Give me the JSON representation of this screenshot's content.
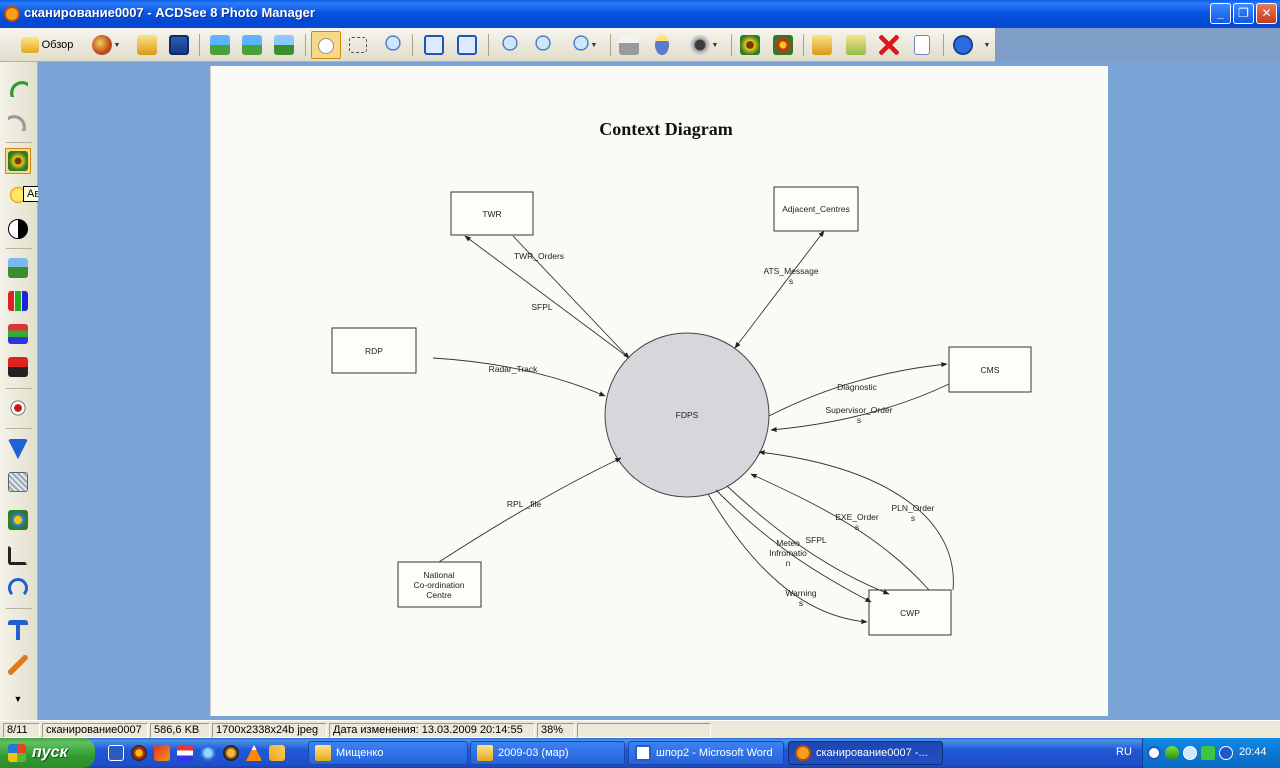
{
  "window": {
    "title": "сканирование0007 - ACDSee 8 Photo Manager",
    "min_glyph": "_",
    "max_glyph": "❐",
    "close_glyph": "✕"
  },
  "toolbar": {
    "browse_label": "Обзор"
  },
  "tooltip": {
    "text": "Автоэкспозиция"
  },
  "diagram": {
    "title": "Context Diagram",
    "center": "FDPS",
    "nodes": {
      "twr": "TWR",
      "adjacent": "Adjacent_Centres",
      "rdp": "RDP",
      "cms": "CMS",
      "national_1": "National",
      "national_2": "Co-ordination",
      "national_3": "Centre",
      "cwp": "CWP"
    },
    "flows": {
      "twr_orders": "TWR_Orders",
      "sfpl_twr": "SFPL",
      "ats_1": "ATS_Message",
      "ats_2": "s",
      "radar": "Radar_Track",
      "diagnostic": "Diagnostic",
      "supervisor_1": "Supervisor_Order",
      "supervisor_2": "s",
      "rpl": "RPL _file",
      "pln_1": "PLN_Order",
      "pln_2": "s",
      "exe_1": "EXE_Order",
      "exe_2": "s",
      "sfpl_cwp": "SFPL",
      "meteo_1": "Meteo",
      "meteo_2": "Infromatio",
      "meteo_3": "n",
      "warning_1": "Warning",
      "warning_2": "s"
    }
  },
  "statusbar": {
    "index": "8/11",
    "filename": "сканирование0007",
    "size": "586,6 KB",
    "dims": "1700x2338x24b jpeg",
    "modified": "Дата изменения: 13.03.2009 20:14:55",
    "zoom": "38%"
  },
  "taskbar": {
    "start_label": "пуск",
    "tasks": [
      {
        "label": "Мищенко"
      },
      {
        "label": "2009-03 (мар)"
      },
      {
        "label": "шпор2 - Microsoft Word"
      },
      {
        "label": "сканирование0007 -..."
      }
    ],
    "lang": "RU",
    "clock": "20:44"
  }
}
